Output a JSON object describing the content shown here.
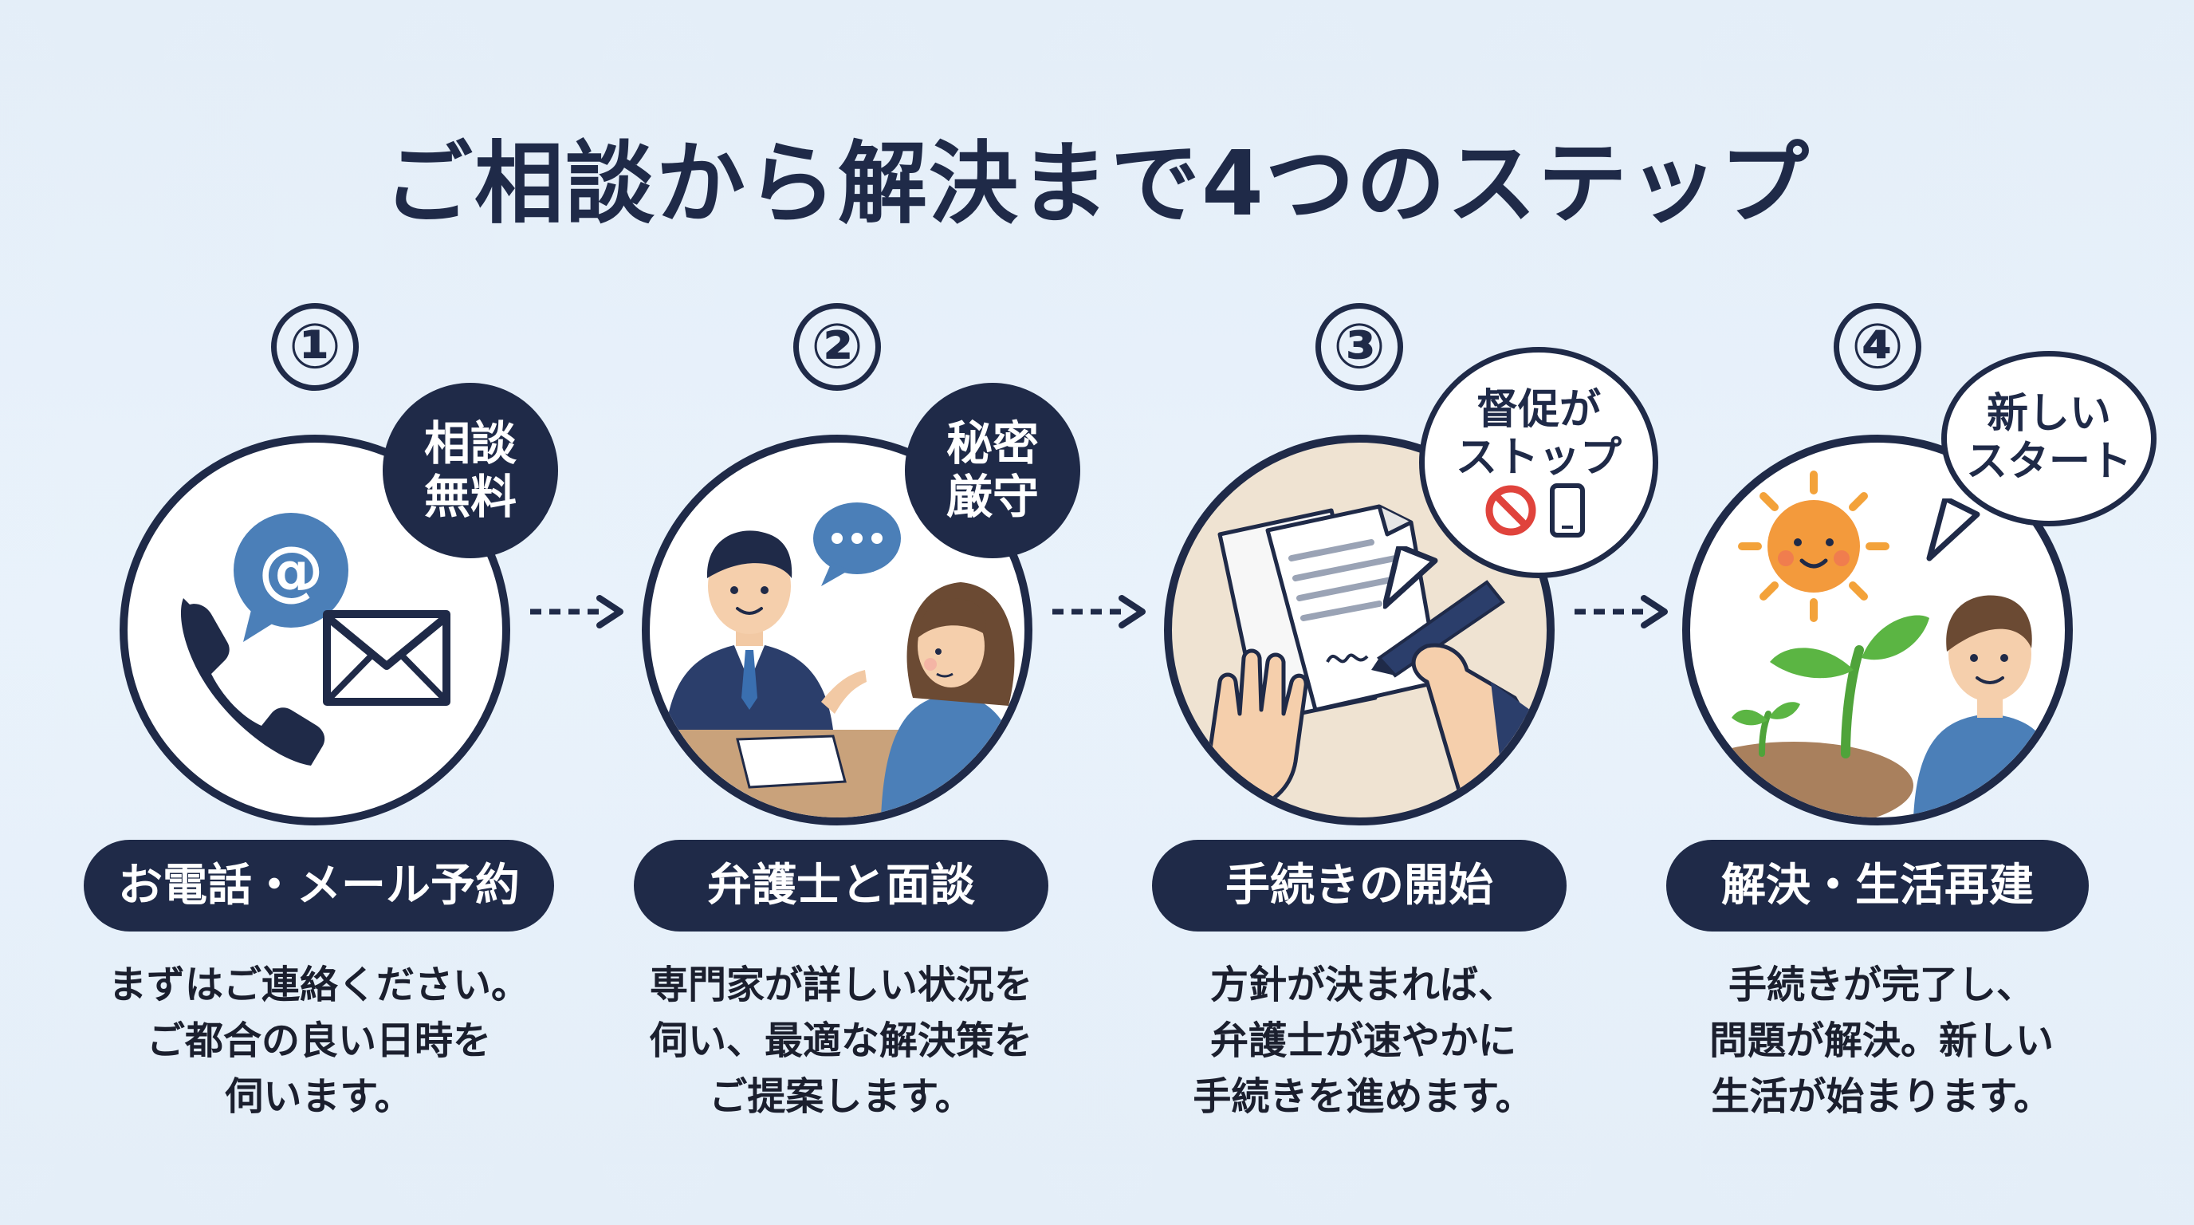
{
  "title": "ご相談から解決まで4つのステップ",
  "steps": [
    {
      "number": "①",
      "badge_lines": [
        "相談",
        "無料"
      ],
      "label": "お電話・メール予約",
      "description": [
        "まずはご連絡ください。",
        "ご都合の良い日時を",
        "伺います。"
      ],
      "icons": [
        "phone-icon",
        "at-sign-icon",
        "envelope-icon"
      ]
    },
    {
      "number": "②",
      "badge_lines": [
        "秘密",
        "厳守"
      ],
      "label": "弁護士と面談",
      "description": [
        "専門家が詳しい状況を",
        "伺い、最適な解決策を",
        "ご提案します。"
      ],
      "icons": [
        "lawyer-illustration",
        "client-illustration",
        "chat-bubble-icon"
      ]
    },
    {
      "number": "③",
      "bubble_lines": [
        "督促が",
        "ストップ"
      ],
      "label": "手続きの開始",
      "description": [
        "方針が決まれば、",
        "弁護士が速やかに",
        "手続きを進めます。"
      ],
      "icons": [
        "document-icon",
        "pen-icon",
        "stop-hand-icon",
        "prohibited-icon",
        "smartphone-icon"
      ]
    },
    {
      "number": "④",
      "bubble_lines": [
        "新しい",
        "スタート"
      ],
      "label": "解決・生活再建",
      "description": [
        "手続きが完了し、",
        "問題が解決。新しい",
        "生活が始まります。"
      ],
      "icons": [
        "sun-icon",
        "sprout-icon",
        "smiling-person-illustration"
      ]
    }
  ],
  "colors": {
    "navy": "#1f2a48",
    "background": "#e6f0fa",
    "accent_blue": "#4b7fb8",
    "prohibited_red": "#e0433c"
  }
}
